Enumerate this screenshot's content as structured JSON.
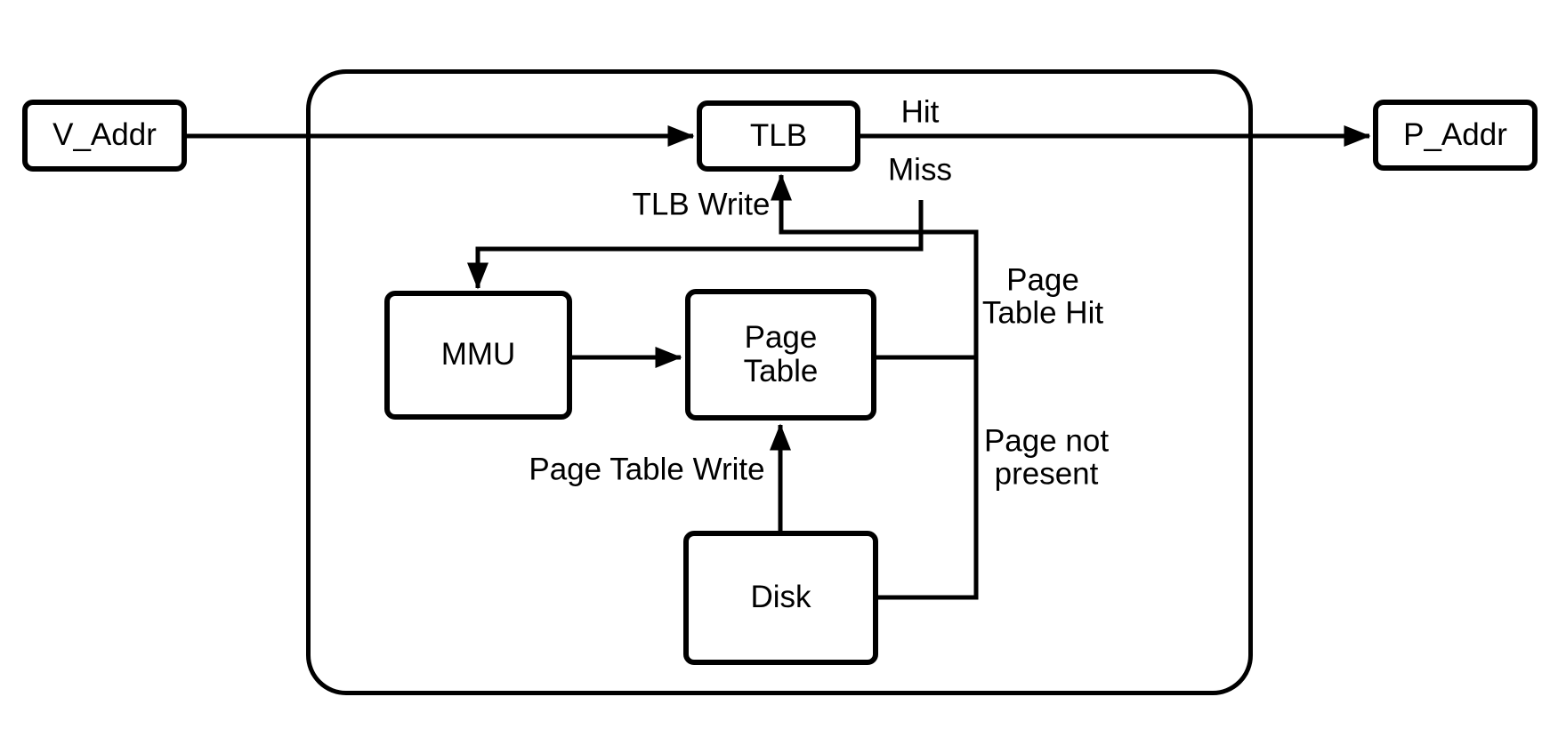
{
  "diagram": {
    "colors": {
      "background": "#ffffff",
      "stroke": "#000000",
      "text": "#000000"
    },
    "nodes": {
      "v_addr": "V_Addr",
      "tlb": "TLB",
      "p_addr": "P_Addr",
      "mmu": "MMU",
      "page_table": "Page\nTable",
      "disk": "Disk"
    },
    "edge_labels": {
      "hit": "Hit",
      "miss": "Miss",
      "tlb_write": "TLB Write",
      "page_table_hit": "Page\nTable Hit",
      "page_not_present": "Page not\npresent",
      "page_table_write": "Page Table Write"
    }
  }
}
